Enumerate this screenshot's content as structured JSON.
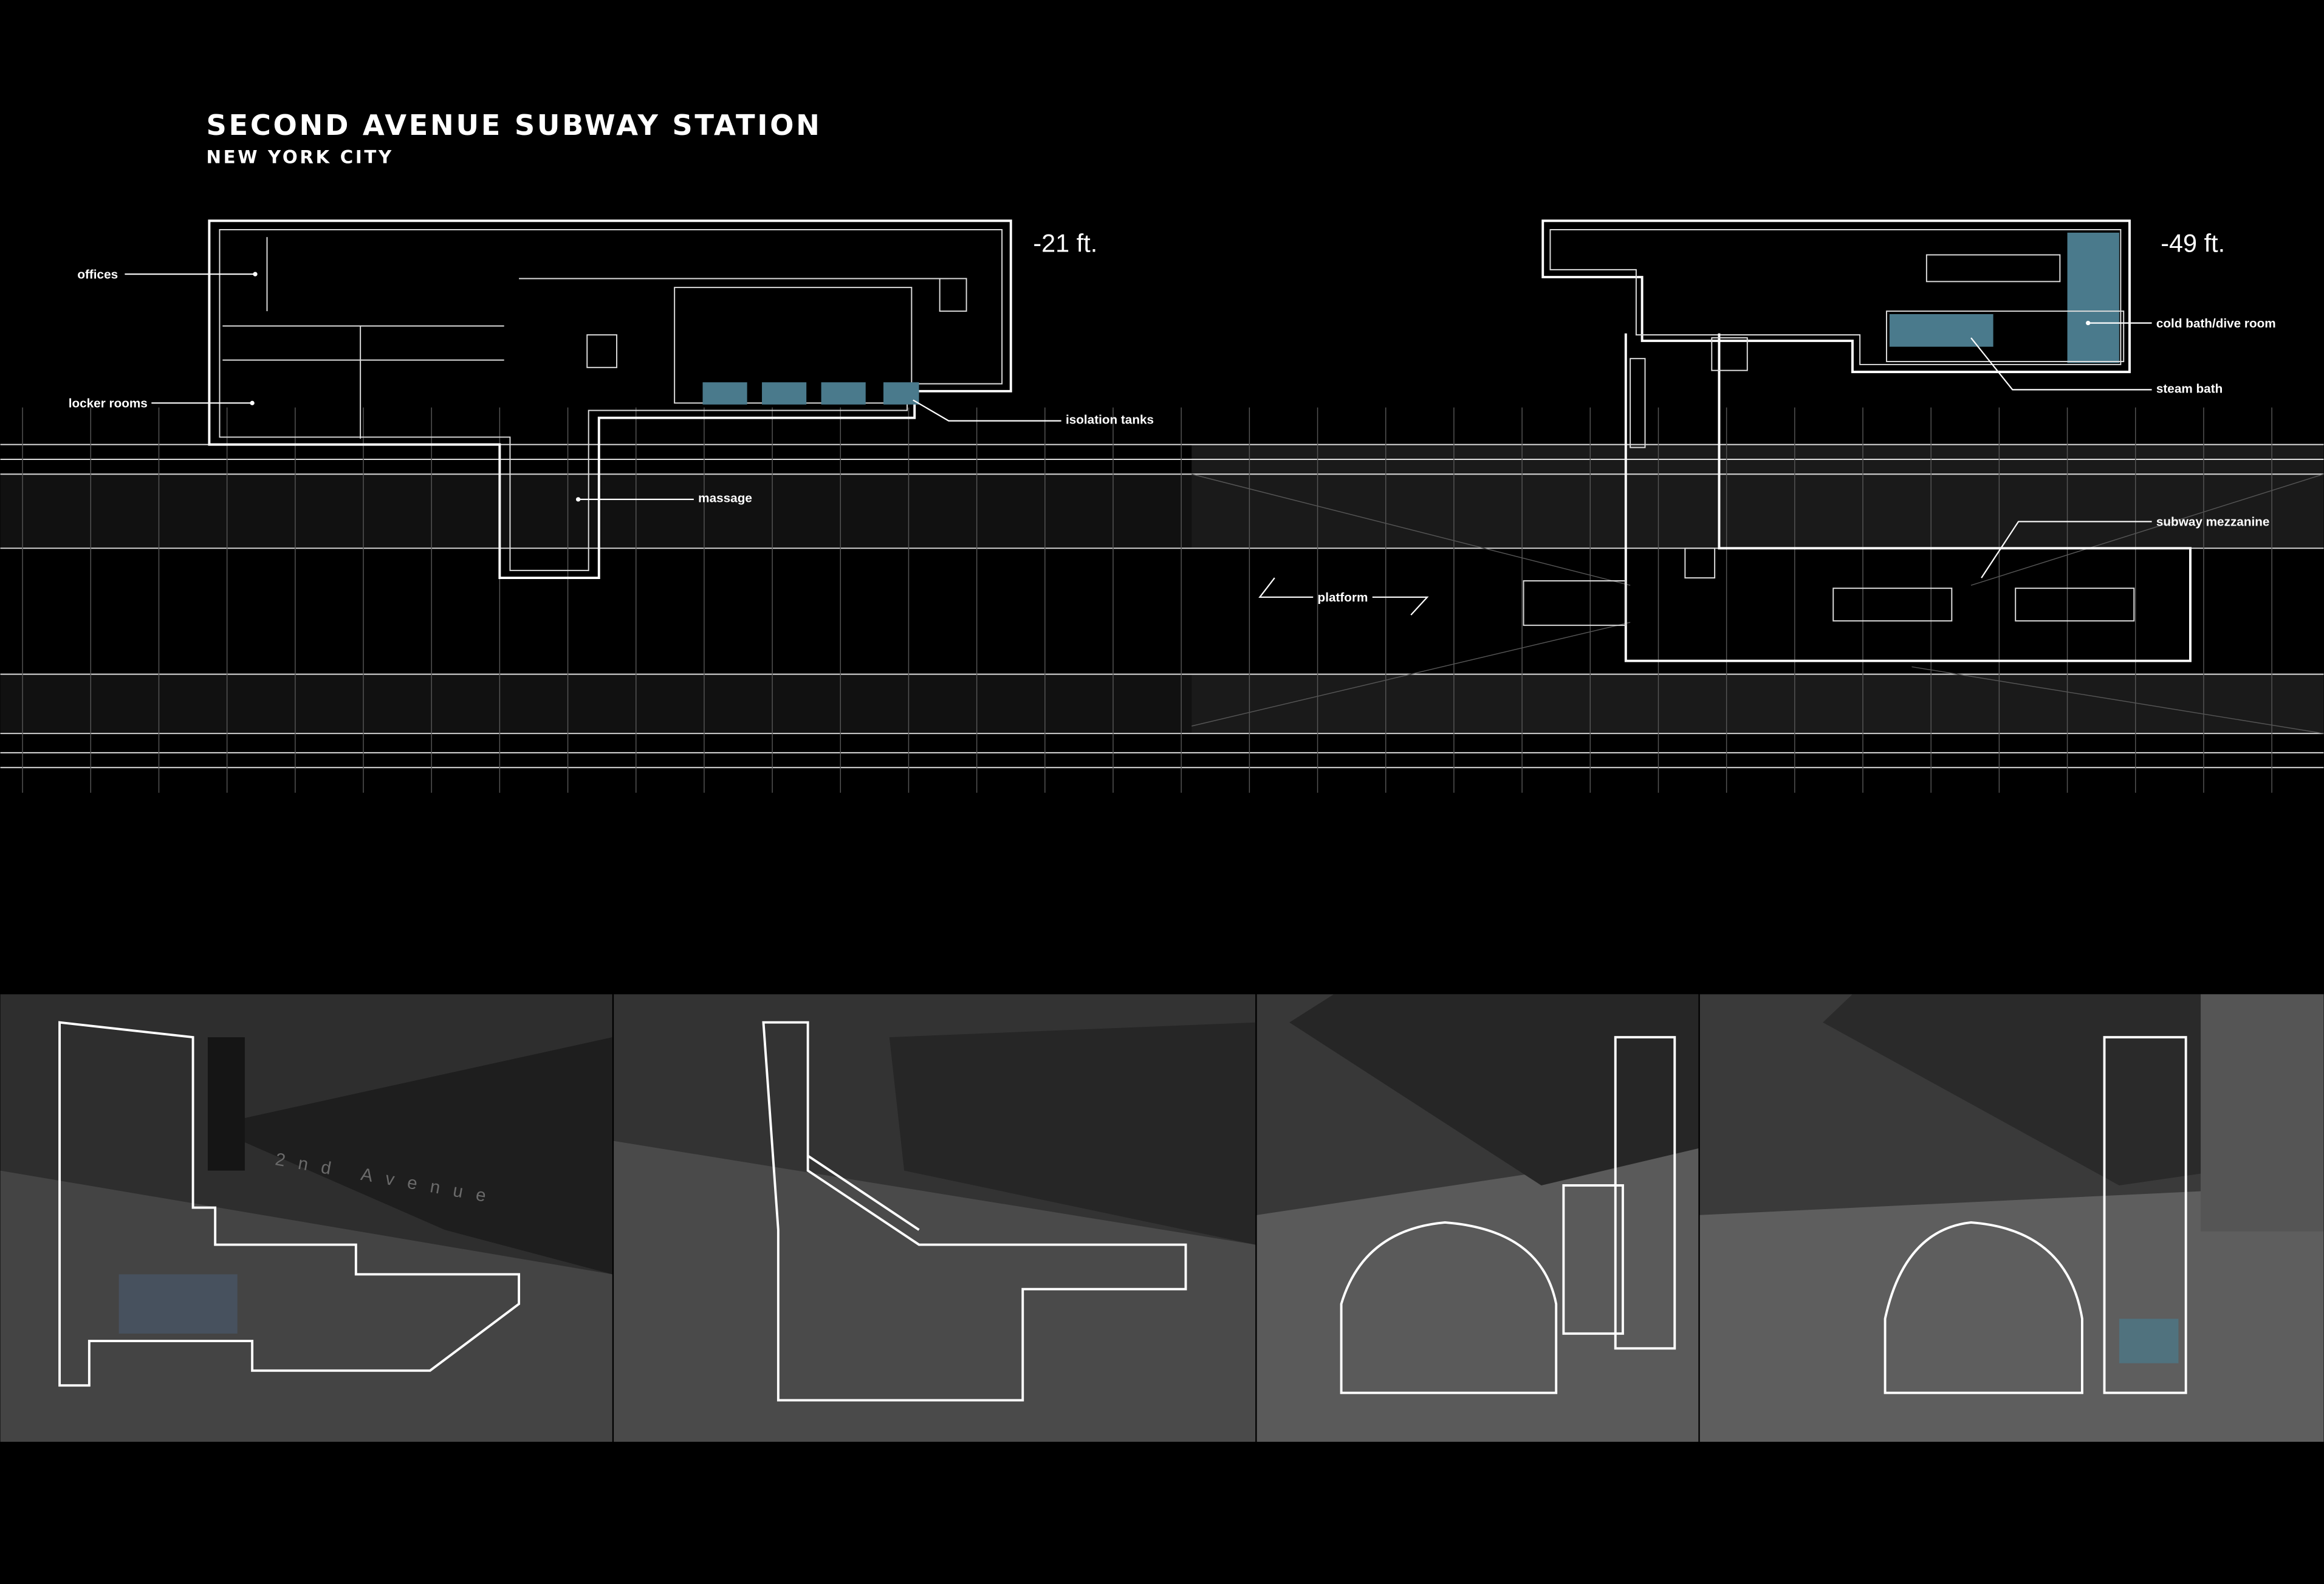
{
  "header": {
    "title": "SECOND AVENUE SUBWAY STATION",
    "subtitle": "NEW YORK CITY"
  },
  "plan_upper": {
    "depth": "-21 ft.",
    "labels": {
      "offices": "offices",
      "locker_rooms": "locker rooms",
      "isolation_tanks": "isolation tanks",
      "massage": "massage"
    }
  },
  "plan_lower": {
    "depth": "-49 ft.",
    "labels": {
      "cold_bath": "cold bath/dive room",
      "steam_bath": "steam bath",
      "subway_mezzanine": "subway mezzanine",
      "platform": "platform"
    }
  },
  "renders": {
    "street_label": "2nd Avenue"
  },
  "colors": {
    "background": "#000000",
    "line": "#ffffff",
    "water": "#4a7a8c",
    "render_grey": "#3a3a3a"
  }
}
